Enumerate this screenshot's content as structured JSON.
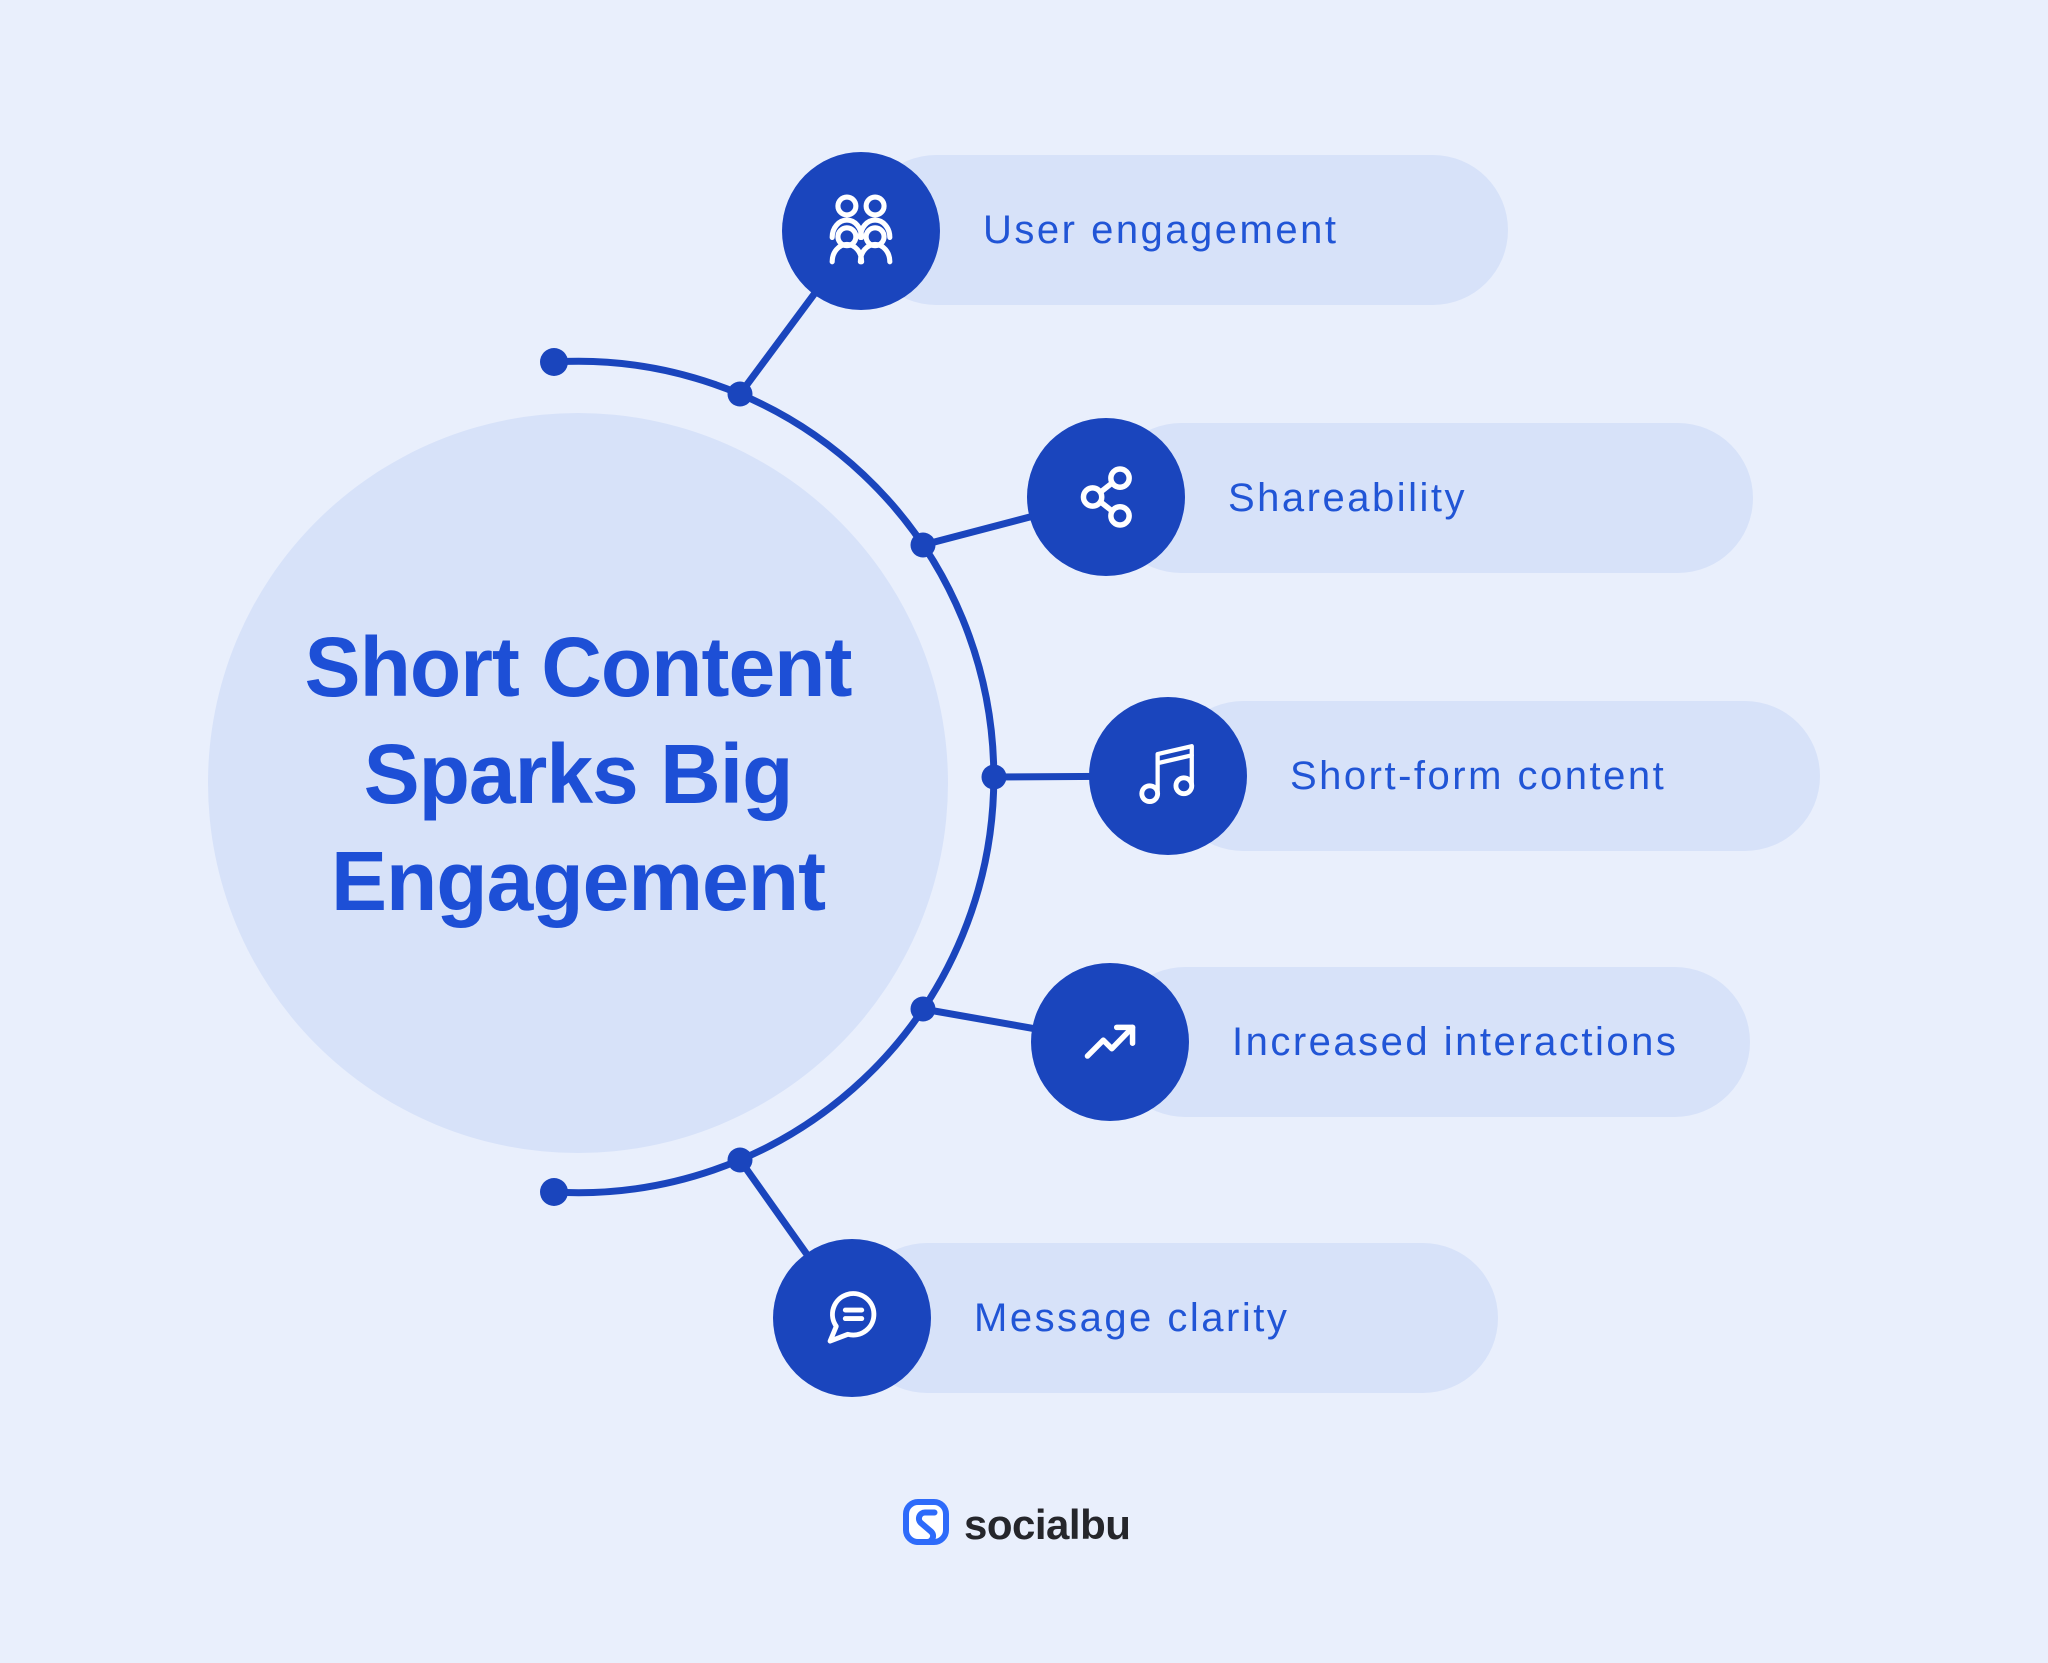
{
  "title": {
    "line1": "Short Content",
    "line2": "Sparks Big",
    "line3": "Engagement"
  },
  "items": [
    {
      "label": "User engagement",
      "icon": "users-icon"
    },
    {
      "label": "Shareability",
      "icon": "share-icon"
    },
    {
      "label": "Short-form content",
      "icon": "music-note-icon"
    },
    {
      "label": "Increased interactions",
      "icon": "trend-up-icon"
    },
    {
      "label": "Message clarity",
      "icon": "chat-bubble-icon"
    }
  ],
  "footer": {
    "brand": "socialbu"
  },
  "colors": {
    "canvas_bg": "#e9effc",
    "hub_and_pill_bg": "#d7e2f9",
    "accent_blue": "#1a45bd",
    "title_text": "#1d4fd6",
    "label_text": "#2155d6",
    "brand_blue": "#2e6bfa",
    "brand_text": "#25262b",
    "icon_stroke": "#ffffff"
  }
}
